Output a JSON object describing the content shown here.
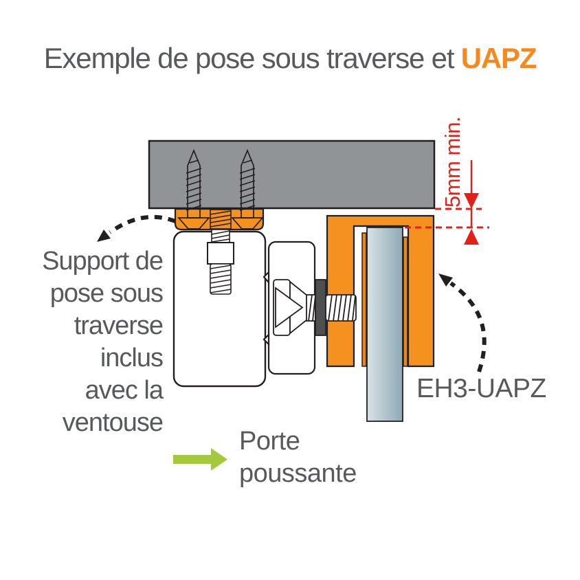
{
  "title": {
    "text": "Exemple de pose sous traverse et",
    "highlight": "UAPZ"
  },
  "diagram": {
    "support_label": "Support de\npose sous\ntraverse\ninclus\navec la\nventouse",
    "product_label": "EH3-UAPZ",
    "door_label": "Porte\npoussante",
    "dimension_label": "5mm min."
  },
  "colors": {
    "orange": "#f5911f",
    "orange_dark": "#ea861c",
    "traverse": "#919496",
    "outline": "#231f20",
    "text": "#58595b",
    "red": "#e32119",
    "green": "#a5c93c",
    "washer": "#4d4f50",
    "glass_light": "#d8e2e5",
    "glass_dark": "#8fa9b5"
  }
}
